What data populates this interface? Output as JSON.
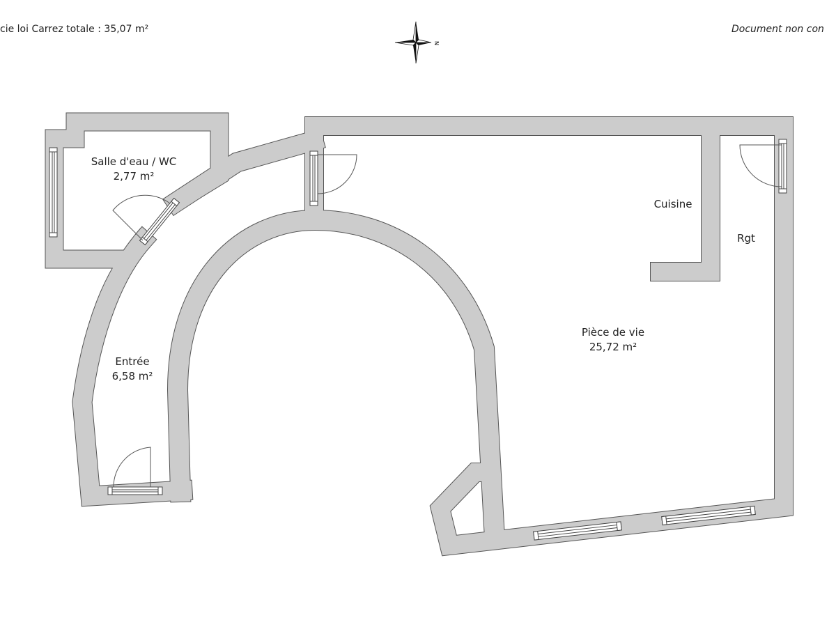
{
  "header": {
    "total_area_text": "cie loi Carrez totale : 35,07 m²",
    "disclaimer_text": "Document non con"
  },
  "compass": {
    "letter": "N"
  },
  "rooms": [
    {
      "name": "Salle d'eau / WC",
      "area": "2,77 m²"
    },
    {
      "name": "Cuisine"
    },
    {
      "name": "Rgt"
    },
    {
      "name": "Pièce de vie",
      "area": "25,72 m²"
    },
    {
      "name": "Entrée",
      "area": "6,58 m²"
    }
  ],
  "colors": {
    "wall_fill": "#cccccc",
    "wall_outline": "#555555"
  }
}
